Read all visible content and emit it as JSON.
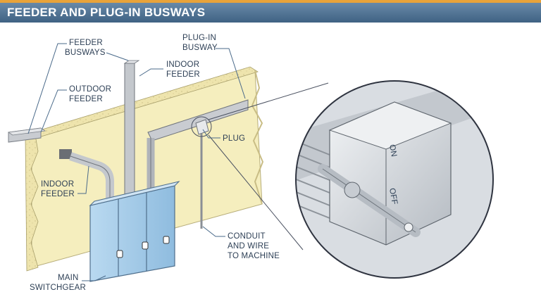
{
  "title": "FEEDER AND PLUG-IN BUSWAYS",
  "labels": {
    "feeder_busways": [
      "FEEDER",
      "BUSWAYS"
    ],
    "outdoor_feeder": [
      "OUTDOOR",
      "FEEDER"
    ],
    "indoor_feeder_top": [
      "INDOOR",
      "FEEDER"
    ],
    "indoor_feeder_left": [
      "INDOOR",
      "FEEDER"
    ],
    "plug_in_busway": [
      "PLUG-IN",
      "BUSWAY"
    ],
    "plug": "PLUG",
    "conduit": [
      "CONDUIT",
      "AND WIRE",
      "TO MACHINE"
    ],
    "main_switchgear": [
      "MAIN",
      "SWITCHGEAR"
    ]
  },
  "inset_markings": {
    "on": "ON",
    "off": "OFF"
  },
  "colors": {
    "title_bar": "#4f7396",
    "title_accent": "#e9a33a",
    "wall": "#f5eebe",
    "switchgear": "#a9cde8",
    "busway": "#c9ccd1",
    "label_text": "#2d3f55"
  }
}
